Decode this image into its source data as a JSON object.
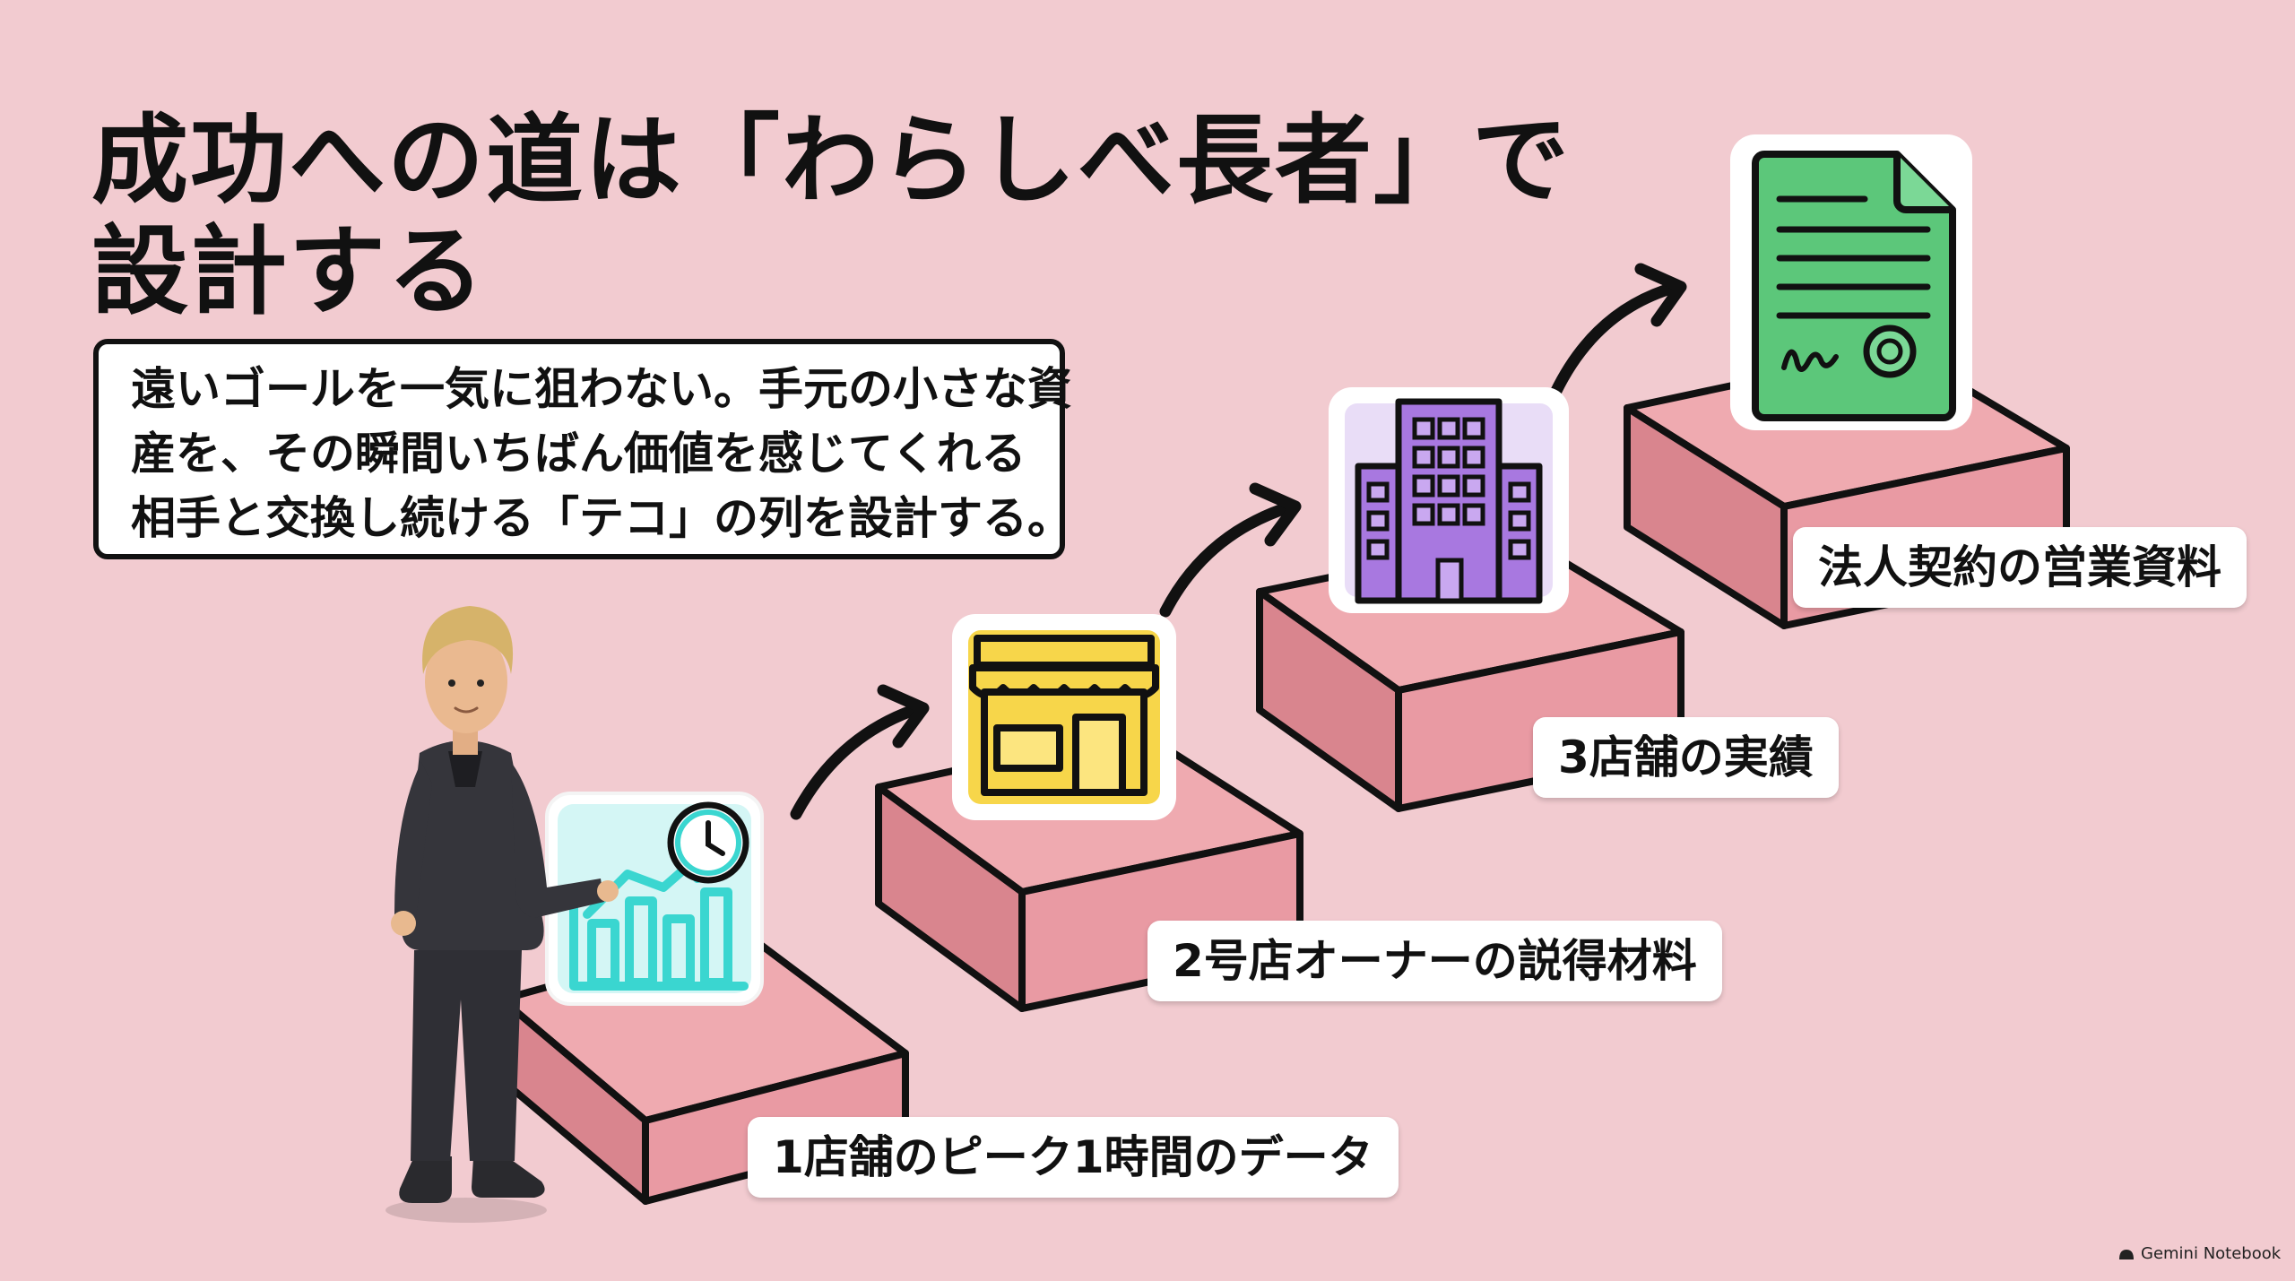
{
  "title": {
    "line1": "成功への道は「わらしべ長者」で",
    "line2": "設計する"
  },
  "callout": {
    "line1": "遠いゴールを一気に狙わない。手元の小さな資",
    "line2": "産を、その瞬間いちばん価値を感じてくれる",
    "line3": "相手と交換し続ける「テコ」の列を設計する。"
  },
  "steps": [
    {
      "label": "1店舗のピーク1時間のデータ",
      "icon": "chart-clock-icon",
      "color": "#3ad6d0"
    },
    {
      "label": "2号店オーナーの説得材料",
      "icon": "storefront-icon",
      "color": "#f7d64a"
    },
    {
      "label": "3店舗の実績",
      "icon": "office-building-icon",
      "color": "#a878e0"
    },
    {
      "label": "法人契約の営業資料",
      "icon": "contract-document-icon",
      "color": "#5cc77a"
    }
  ],
  "footer": {
    "brand": "Gemini Notebook"
  },
  "colors": {
    "background": "#f2cbd0",
    "block_front": "#e99aa3",
    "block_top": "#efaab0",
    "outline": "#111111"
  }
}
